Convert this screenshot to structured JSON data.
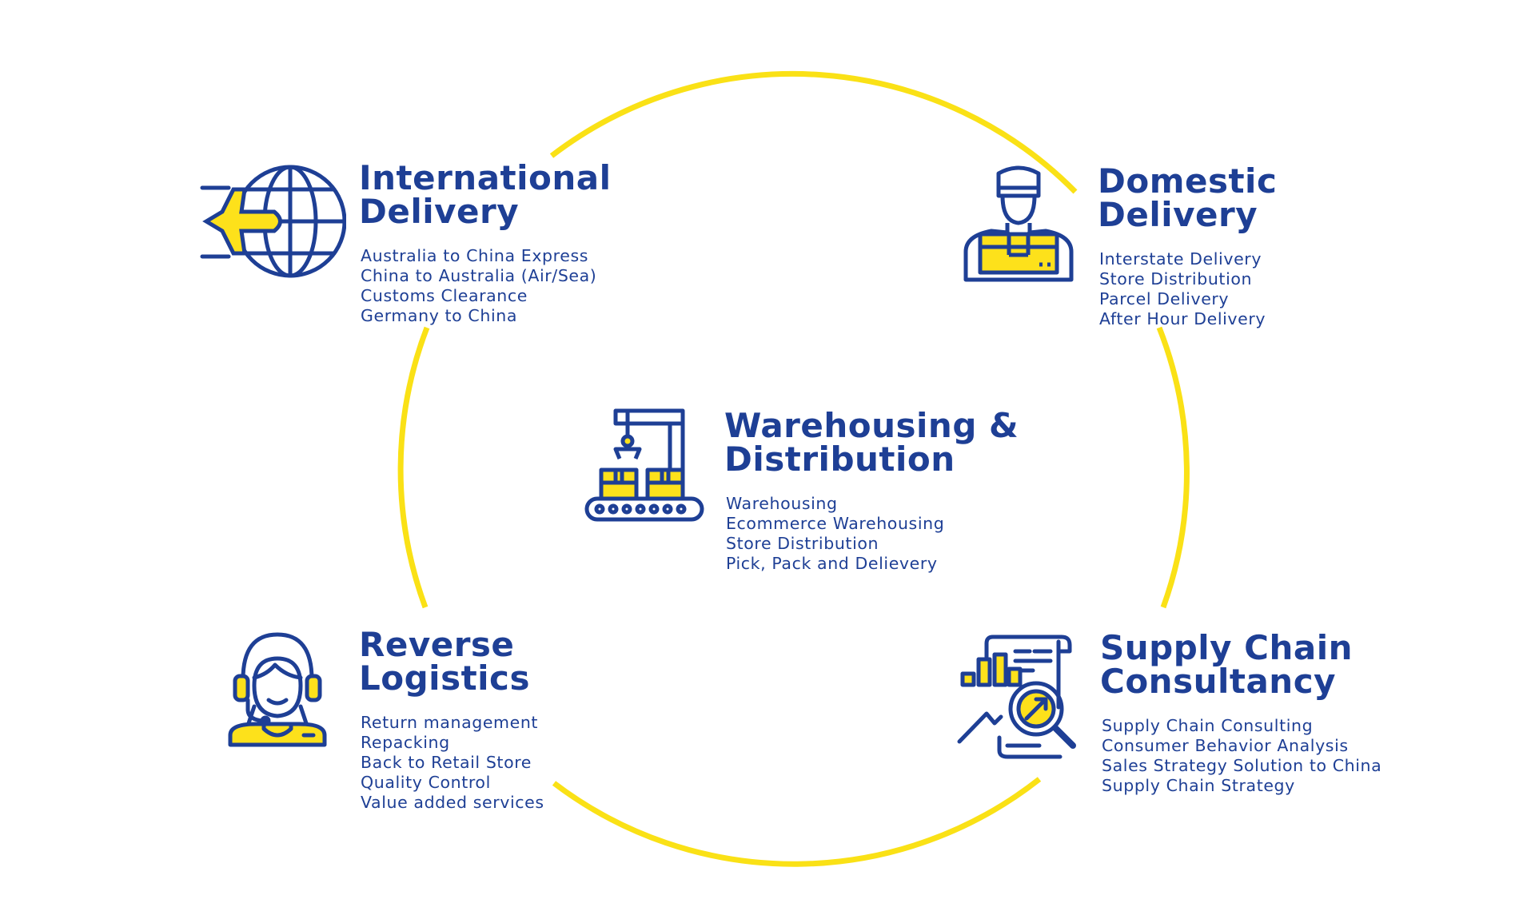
{
  "colors": {
    "navy": "#1e3f95",
    "yellow": "#fde11b",
    "ring": "#fae116",
    "background": "#ffffff"
  },
  "services": {
    "international": {
      "icon": "globe-airplane-icon",
      "title": [
        "International",
        "Delivery"
      ],
      "items": [
        "Australia to China Express",
        "China to Australia (Air/Sea)",
        "Customs Clearance",
        "Germany to China"
      ]
    },
    "domestic": {
      "icon": "courier-with-box-icon",
      "title": [
        "Domestic",
        "Delivery"
      ],
      "items": [
        "Interstate Delivery",
        "Store Distribution",
        "Parcel Delivery",
        "After Hour Delivery"
      ]
    },
    "warehousing": {
      "icon": "conveyor-crane-icon",
      "title": [
        "Warehousing &",
        "Distribution"
      ],
      "items": [
        "Warehousing",
        "Ecommerce Warehousing",
        "Store Distribution",
        "Pick, Pack and Delievery"
      ]
    },
    "reverse": {
      "icon": "support-agent-headset-icon",
      "title": [
        "Reverse",
        "Logistics"
      ],
      "items": [
        "Return management",
        "Repacking",
        "Back to Retail Store",
        "Quality Control",
        "Value added services"
      ]
    },
    "supply": {
      "icon": "analytics-magnifier-icon",
      "title": [
        "Supply Chain",
        "Consultancy"
      ],
      "items": [
        "Supply Chain Consulting",
        "Consumer Behavior Analysis",
        "Sales Strategy Solution to China",
        "Supply Chain Strategy"
      ]
    }
  }
}
